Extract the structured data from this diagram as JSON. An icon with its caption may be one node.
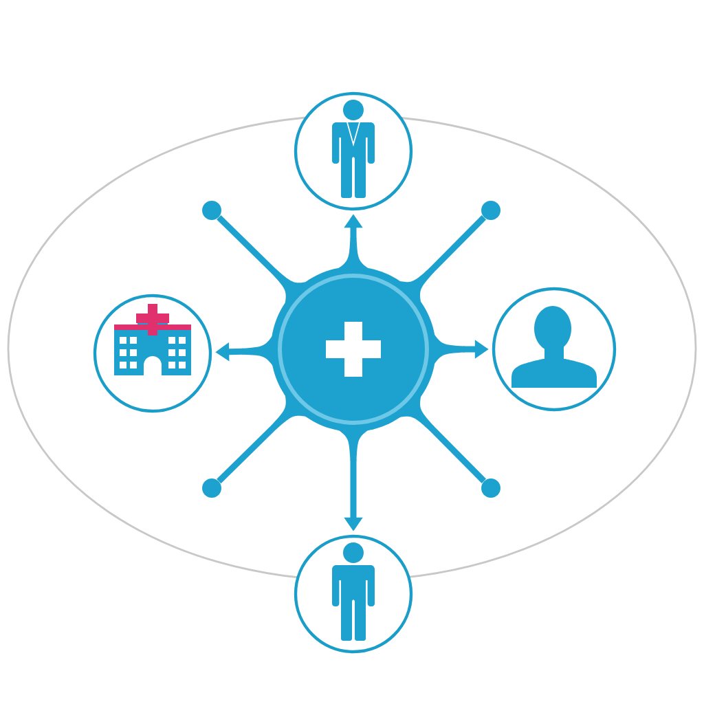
{
  "diagram": {
    "nodes": [
      {
        "text": [],
        "shape": "person"
      },
      {
        "text": [],
        "shape": "circle"
      },
      {
        "text": [],
        "shape": "circle"
      },
      {
        "text": [],
        "shape": "picture"
      },
      {
        "text": [],
        "shape": "circle"
      },
      {
        "text": [],
        "shape": "person"
      },
      {
        "text": [],
        "shape": "circle"
      },
      {
        "text": [],
        "shape": "circle"
      },
      {
        "text": [],
        "shape": "person"
      }
    ],
    "edges": [
      {
        "from": 4,
        "to": 0,
        "arrow": "to"
      },
      {
        "from": 4,
        "to": 1,
        "arrow": "none"
      },
      {
        "from": 4,
        "to": 2,
        "arrow": "none"
      },
      {
        "from": 4,
        "to": 3,
        "arrow": "to"
      },
      {
        "from": 4,
        "to": 5,
        "arrow": "to"
      },
      {
        "from": 4,
        "to": 6,
        "arrow": "none"
      },
      {
        "from": 4,
        "to": 7,
        "arrow": "none"
      },
      {
        "from": 4,
        "to": 8,
        "arrow": "to"
      }
    ]
  }
}
